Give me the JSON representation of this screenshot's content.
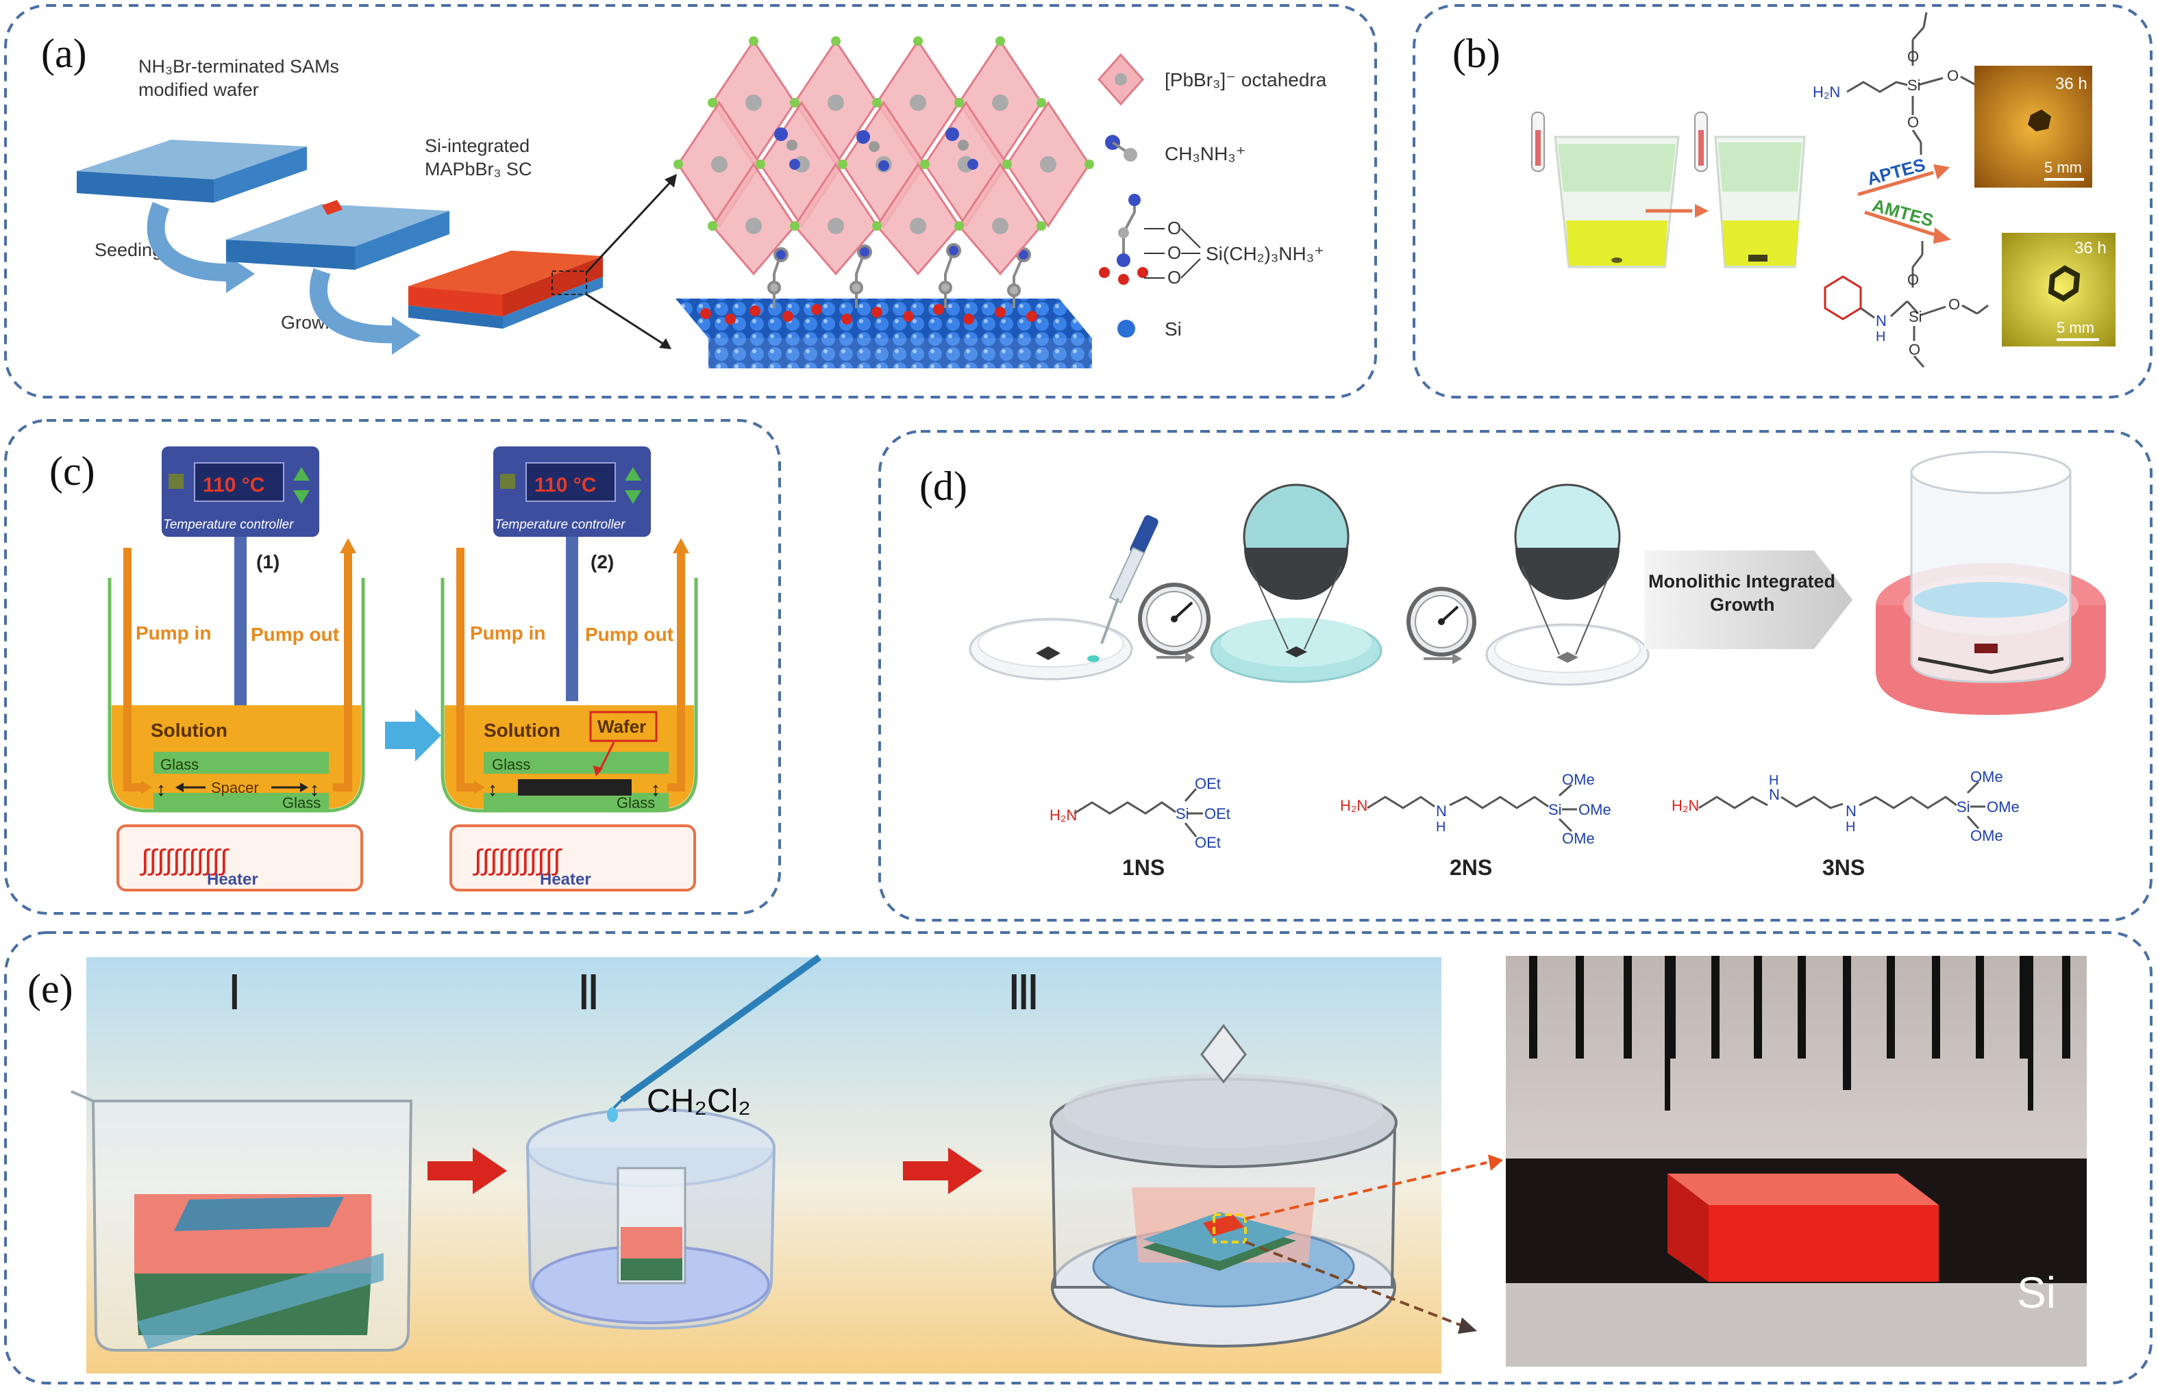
{
  "panels": {
    "a": {
      "label": "(a)",
      "wafer_line1": "NH₃Br-terminated SAMs",
      "wafer_line2": "modified wafer",
      "si_line1": "Si-integrated",
      "si_line2": "MAPbBr₃ SC",
      "seeding": "Seeding",
      "growing": "Growing",
      "legend_octa": "[PbBr₃]⁻ octahedra",
      "legend_ch3nh3": "CH₃NH₃⁺",
      "legend_linker": "Si(CH₂)₃NH₃⁺",
      "legend_o": "O",
      "legend_si": "Si"
    },
    "b": {
      "label": "(b)",
      "aptes": "APTES",
      "amtes": "AMTES",
      "time_top": "36 h",
      "time_bottom": "36 h",
      "scale_top": "5 mm",
      "scale_bottom": "5 mm",
      "h2n": "H₂N",
      "si": "Si",
      "o": "O",
      "n": "N",
      "h": "H"
    },
    "c": {
      "label": "(c)",
      "temp_1": "110 °C",
      "temp_2": "110 °C",
      "controller_1": "Temperature controller",
      "controller_2": "Temperature controller",
      "step_1": "(1)",
      "step_2": "(2)",
      "pump_in_1": "Pump in",
      "pump_out_1": "Pump out",
      "pump_in_2": "Pump in",
      "pump_out_2": "Pump out",
      "solution_1": "Solution",
      "solution_2": "Solution",
      "wafer": "Wafer",
      "glass_top_1": "Glass",
      "glass_bottom_1": "Glass",
      "glass_top_2": "Glass",
      "glass_bottom_2": "Glass",
      "spacer": "Spacer",
      "heater_1": "Heater",
      "heater_2": "Heater"
    },
    "d": {
      "label": "(d)",
      "growth_line1": "Monolithic Integrated",
      "growth_line2": "Growth",
      "mol_1": "1NS",
      "mol_2": "2NS",
      "mol_3": "3NS",
      "h2n": "H₂N",
      "oet": "OEt",
      "ome": "OMe",
      "si": "Si",
      "n": "N",
      "h": "H"
    },
    "e": {
      "label": "(e)",
      "step_1": "Ⅰ",
      "step_2": "Ⅱ",
      "step_3": "Ⅲ",
      "solvent": "CH₂Cl₂",
      "si": "Si"
    }
  },
  "colors": {
    "frame_dash": "#4a6fa5",
    "accent_red": "#d8261e",
    "pump_orange": "#e8891c",
    "solution_orange": "#f2a91f",
    "glass_green": "#6cbf5e",
    "controller_blue": "#3d4e9e",
    "octa_pink": "#f3b3b8",
    "si_blue": "#2a6fd6"
  },
  "icons": [
    "thermometer-icon",
    "pressure-gauge-icon",
    "pipette-icon",
    "arrow-icon"
  ]
}
